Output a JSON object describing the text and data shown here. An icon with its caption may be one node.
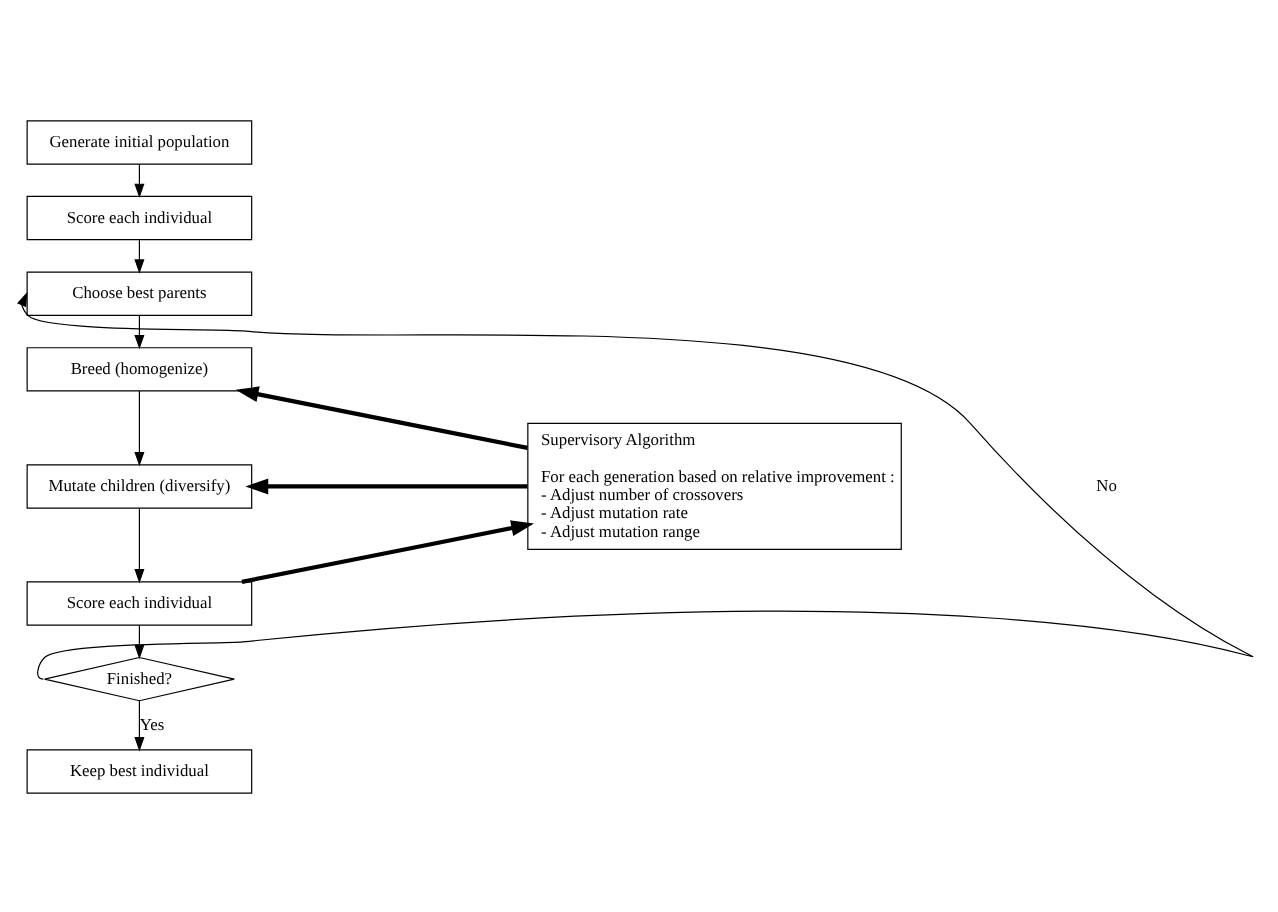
{
  "diagram": {
    "nodes": [
      {
        "text": [
          "Generate initial population"
        ]
      },
      {
        "text": [
          "Score each individual"
        ]
      },
      {
        "text": [
          "Choose best parents"
        ]
      },
      {
        "text": [
          "Breed (homogenize)"
        ]
      },
      {
        "text": [
          "Mutate children (diversify)"
        ]
      },
      {
        "text": [
          "Score each individual"
        ]
      },
      {
        "text": [
          "Finished?"
        ]
      },
      {
        "text": [
          "Keep best individual"
        ]
      },
      {
        "text": [
          "Supervisory Algorithm",
          "For each generation based on relative improvement :",
          "- Adjust number of crossovers",
          "- Adjust mutation rate",
          "- Adjust mutation range"
        ]
      }
    ],
    "edges": [
      {
        "from": 0,
        "to": 1,
        "arrow": "to"
      },
      {
        "from": 1,
        "to": 2,
        "arrow": "to"
      },
      {
        "from": 2,
        "to": 3,
        "arrow": "to"
      },
      {
        "from": 3,
        "to": 4,
        "arrow": "to"
      },
      {
        "from": 4,
        "to": 5,
        "arrow": "to"
      },
      {
        "from": 5,
        "to": 6,
        "arrow": "to"
      },
      {
        "from": 6,
        "to": 2,
        "arrow": "to",
        "label": "No"
      },
      {
        "from": 6,
        "to": 7,
        "arrow": "to",
        "label": "Yes"
      },
      {
        "from": 8,
        "to": 3,
        "arrow": "to",
        "style": "thick"
      },
      {
        "from": 8,
        "to": 4,
        "arrow": "to",
        "style": "thick"
      },
      {
        "from": 5,
        "to": 8,
        "arrow": "to",
        "style": "thick"
      }
    ]
  }
}
